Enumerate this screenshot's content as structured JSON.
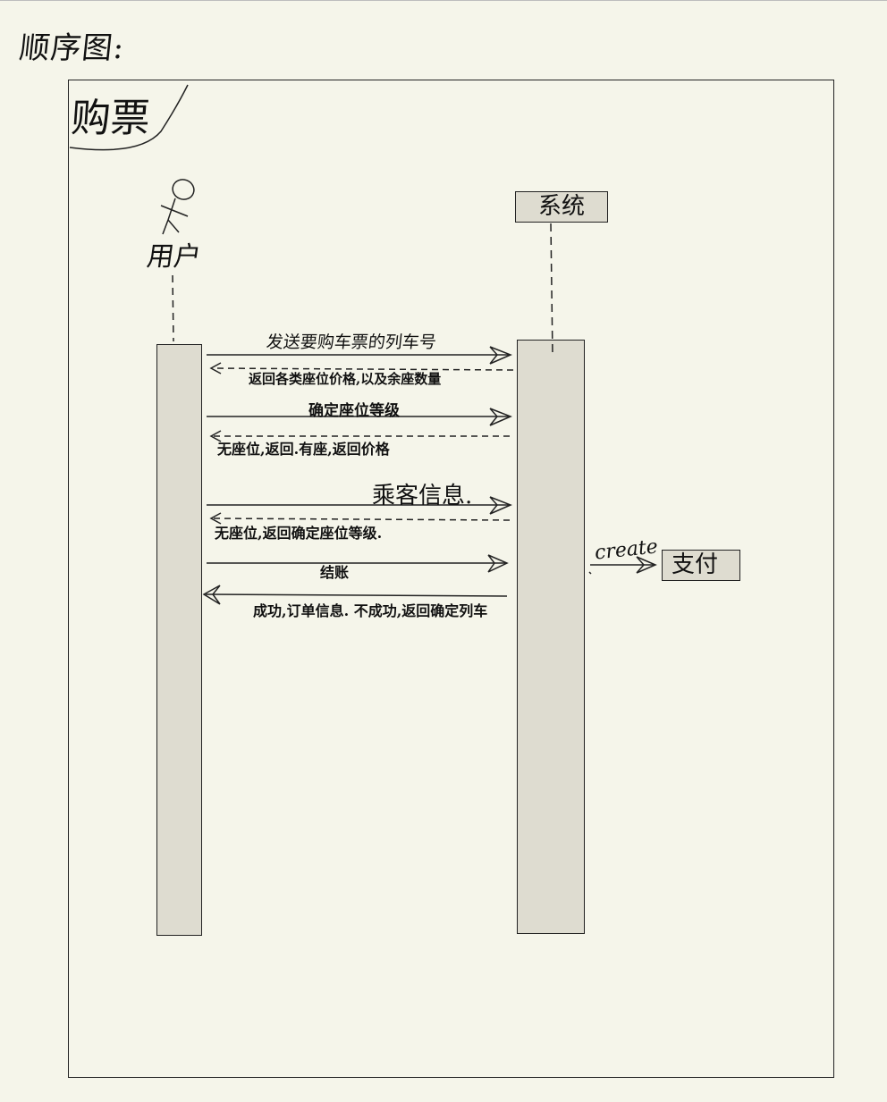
{
  "page": {
    "title": "顺序图:"
  },
  "frame": {
    "label": "购票"
  },
  "participants": {
    "actor_name": "用户",
    "system_name": "系统",
    "payment_name": "支付"
  },
  "messages": [
    {
      "text": "发送要购车票的列车号",
      "from": "用户",
      "to": "系统",
      "style": "solid"
    },
    {
      "text": "返回各类座位价格,以及余座数量",
      "from": "系统",
      "to": "用户",
      "style": "dashed"
    },
    {
      "text": "确定座位等级",
      "from": "用户",
      "to": "系统",
      "style": "solid"
    },
    {
      "text": "无座位,返回.有座,返回价格",
      "from": "系统",
      "to": "用户",
      "style": "dashed"
    },
    {
      "text": "乘客信息.",
      "from": "用户",
      "to": "系统",
      "style": "solid"
    },
    {
      "text": "无座位,返回确定座位等级.",
      "from": "系统",
      "to": "用户",
      "style": "dashed"
    },
    {
      "text": "结账",
      "from": "用户",
      "to": "系统",
      "style": "solid"
    },
    {
      "text": "成功,订单信息.  不成功,返回确定列车",
      "from": "系统",
      "to": "用户",
      "style": "solid"
    }
  ],
  "create_message": {
    "text": "create",
    "from": "系统",
    "to": "支付"
  }
}
